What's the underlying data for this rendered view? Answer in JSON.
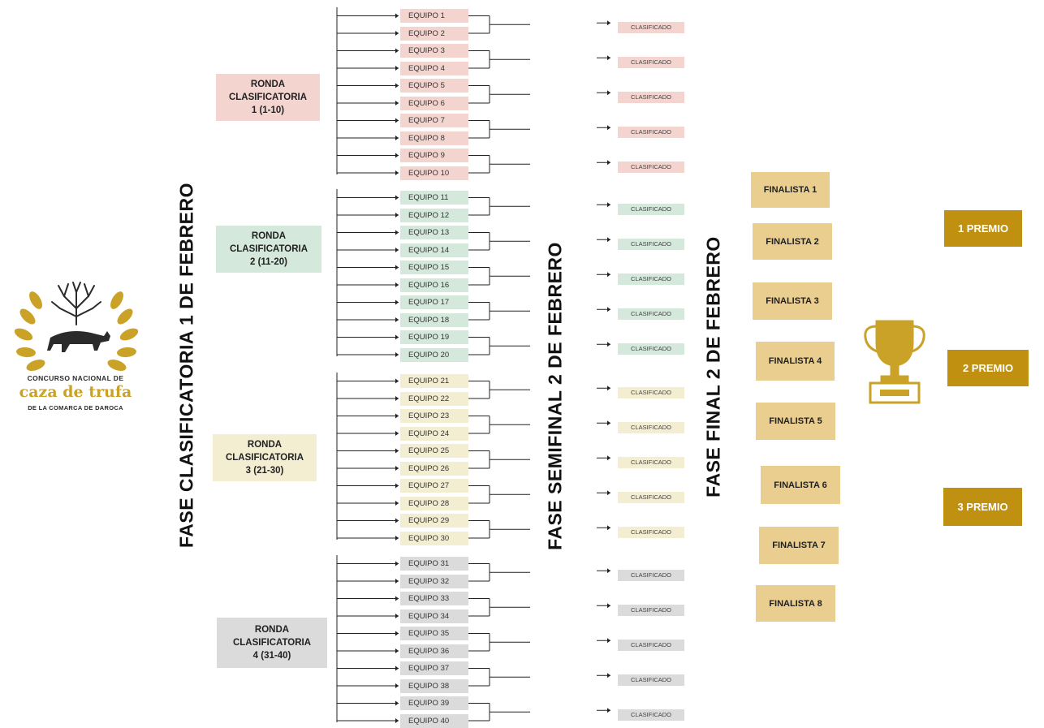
{
  "logo": {
    "line1": "CONCURSO NACIONAL DE",
    "line2": "caza de trufa",
    "line3": "DE LA COMARCA DE DAROCA"
  },
  "phases": {
    "clasificatoria": "FASE CLASIFICATORIA 1 DE FEBRERO",
    "semifinal": "FASE SEMIFINAL 2 DE FEBRERO",
    "final": "FASE FINAL 2 DE FEBRERO"
  },
  "rounds": [
    {
      "line1": "RONDA",
      "line2": "CLASIFICATORIA",
      "line3": "1 (1-10)",
      "color": "#f4d4cf"
    },
    {
      "line1": "RONDA",
      "line2": "CLASIFICATORIA",
      "line3": "2 (11-20)",
      "color": "#d4e8dc"
    },
    {
      "line1": "RONDA",
      "line2": "CLASIFICATORIA",
      "line3": "3 (21-30)",
      "color": "#f3edd2"
    },
    {
      "line1": "RONDA",
      "line2": "CLASIFICATORIA",
      "line3": "4 (31-40)",
      "color": "#dbdbdb"
    }
  ],
  "teams": [
    "EQUIPO 1",
    "EQUIPO 2",
    "EQUIPO 3",
    "EQUIPO 4",
    "EQUIPO 5",
    "EQUIPO 6",
    "EQUIPO 7",
    "EQUIPO 8",
    "EQUIPO 9",
    "EQUIPO 10",
    "EQUIPO 11",
    "EQUIPO 12",
    "EQUIPO 13",
    "EQUIPO 14",
    "EQUIPO  15",
    "EQUIPO 16",
    "EQUIPO 17",
    "EQUIPO 18",
    "EQUIPO 19",
    "EQUIPO 20",
    "EQUIPO 21",
    "EQUIPO 22",
    "EQUIPO 23",
    "EQUIPO 24",
    "EQUIPO 25",
    "EQUIPO 26",
    "EQUIPO 27",
    "EQUIPO 28",
    "EQUIPO 29",
    "EQUIPO 30",
    "EQUIPO 31",
    "EQUIPO 32",
    "EQUIPO 33",
    "EQUIPO 34",
    "EQUIPO 35",
    "EQUIPO 36",
    "EQUIPO 37",
    "EQUIPO 38",
    "EQUIPO 39",
    "EQUIPO 40"
  ],
  "qualified_label": "CLASIFICADO",
  "finalists": [
    "FINALISTA 1",
    "FINALISTA 2",
    "FINALISTA 3",
    "FINALISTA 4",
    "FINALISTA 5",
    "FINALISTA 6",
    "FINALISTA 7",
    "FINALISTA 8"
  ],
  "prizes": [
    "1 PREMIO",
    "2  PREMIO",
    "3 PREMIO"
  ],
  "colors": {
    "finalist": "#e9ce8f",
    "prize": "#c09010",
    "logo_gold": "#c9a227",
    "trophy": "#c9a227"
  },
  "icons": {
    "logo": "truffle-dog-tree-emblem",
    "trophy": "trophy-icon"
  }
}
